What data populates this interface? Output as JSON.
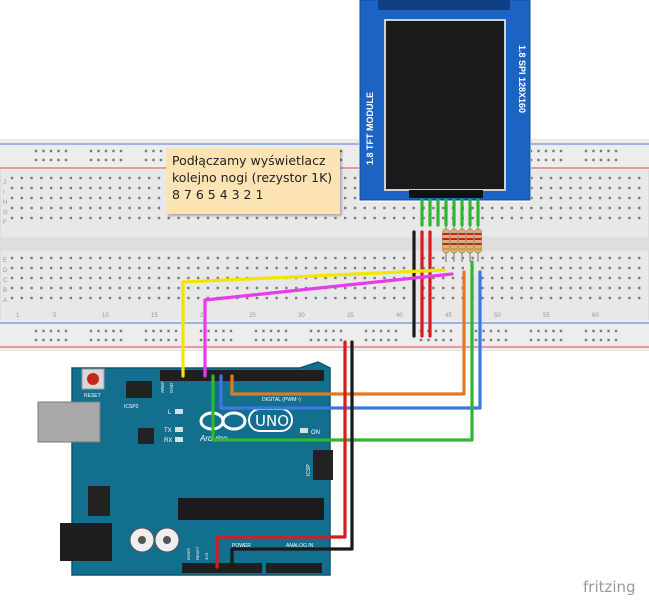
{
  "note": {
    "line1": "Podłączamy wyświetlacz",
    "line2": "kolejno nogi (rezystor 1K)",
    "line3": "8 7 6 5 4 3 2 1"
  },
  "display": {
    "left_label": "1.8 TFT MODULE",
    "right_label": "1.8 SPI 128X160"
  },
  "arduino": {
    "logo_text": "UNO",
    "brand_text": "Arduino",
    "reset_label": "RESET",
    "icsp2_label": "ICSP2",
    "icsp_label": "ICSP",
    "l_label": "L",
    "tx_label": "TX",
    "rx_label": "RX",
    "on_label": "ON",
    "aref_label": "AREF",
    "gnd_label": "GND",
    "digital_label": "DIGITAL (PWM~)",
    "power_label": "POWER",
    "analog_label": "ANALOG IN",
    "ioref_label": "IOREF",
    "reset_pin_label": "RESET",
    "v33_label": "3V3"
  },
  "breadboard": {
    "col_numbers": [
      "1",
      "5",
      "10",
      "15",
      "20",
      "25",
      "30",
      "35",
      "40",
      "45",
      "50",
      "55",
      "60"
    ],
    "row_letters": [
      "J",
      "I",
      "H",
      "G",
      "F",
      "E",
      "D",
      "C",
      "B",
      "A"
    ]
  },
  "wire_colors": {
    "yellow": "#f2e600",
    "magenta": "#e83ce8",
    "orange": "#e07a1c",
    "blue": "#3b78e0",
    "green": "#2fb82f",
    "red": "#d11f1f",
    "black": "#1a1a1a"
  },
  "watermark": "fritzing"
}
